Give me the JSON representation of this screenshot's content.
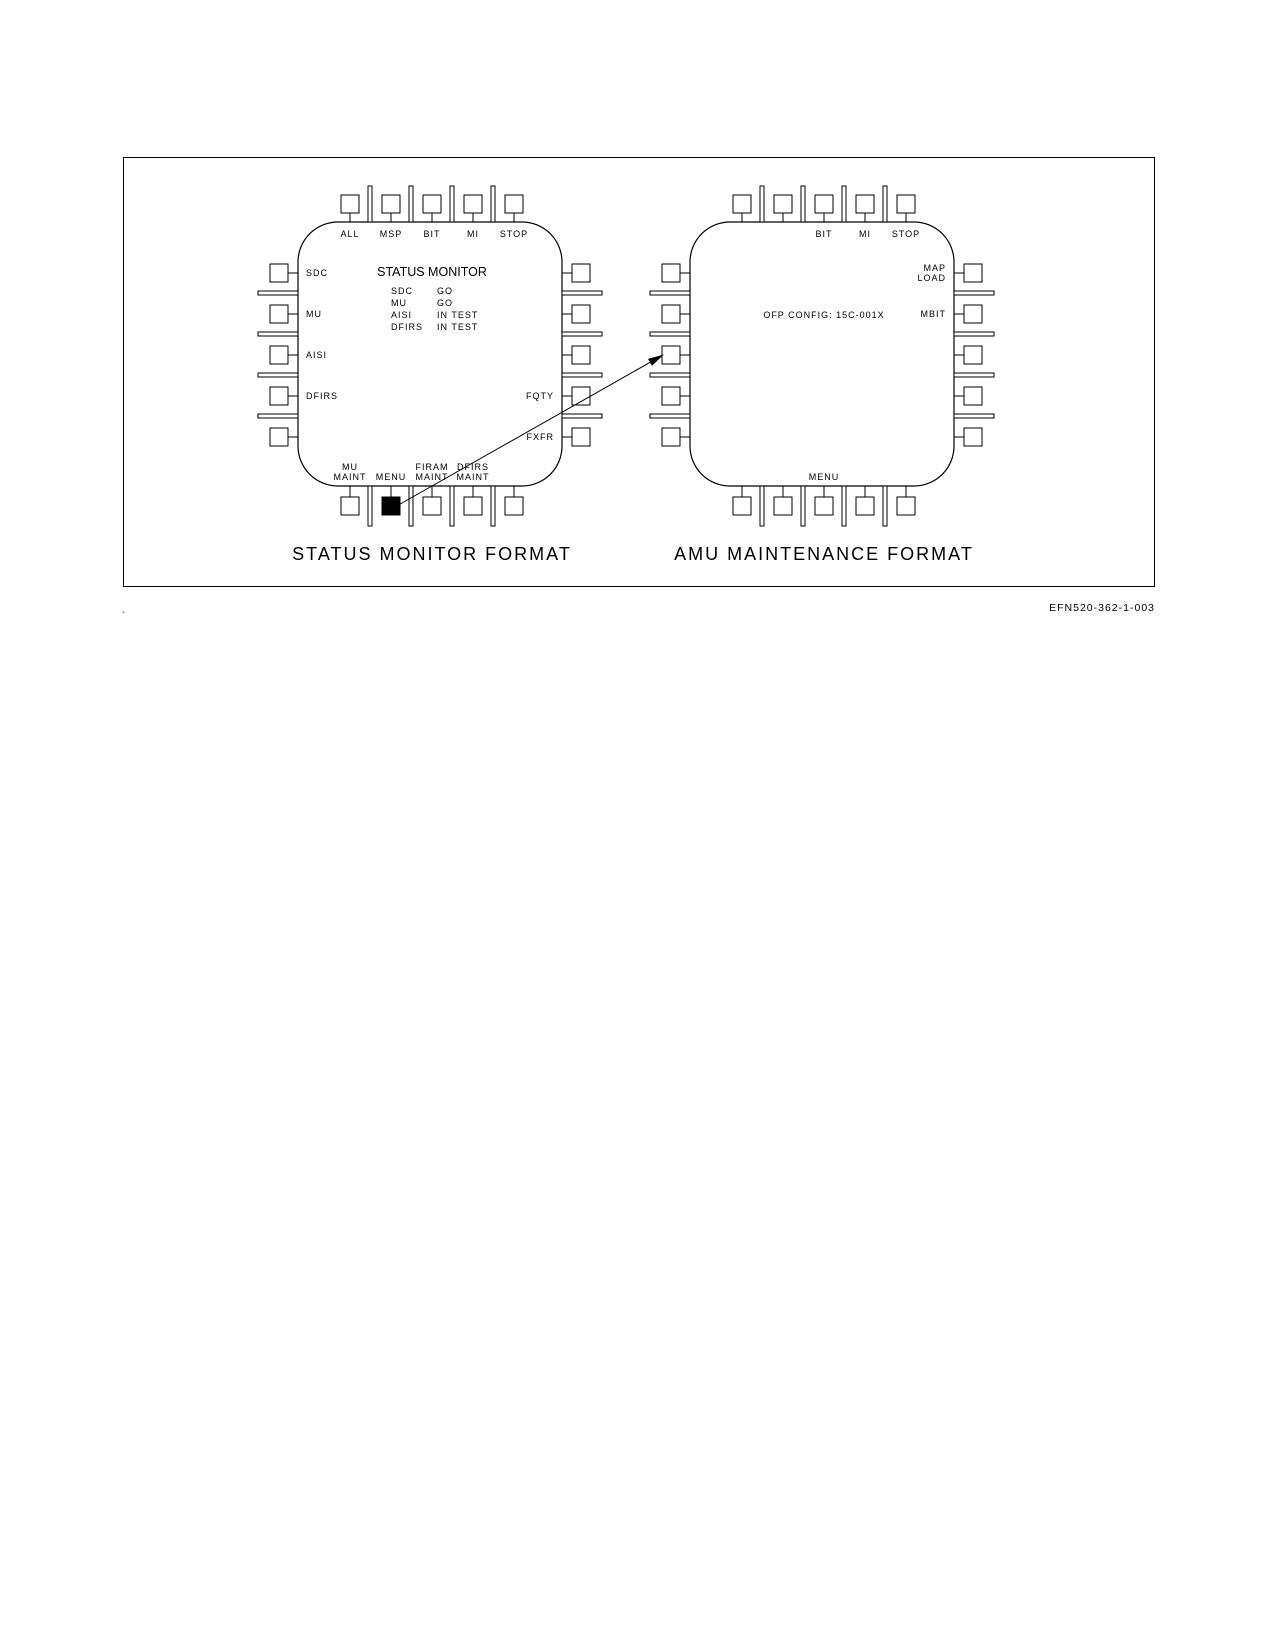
{
  "figure_id": "EFN520-362-1-003",
  "stray_mark": "`",
  "displays": [
    {
      "caption": "STATUS MONITOR FORMAT",
      "top_labels": [
        "ALL",
        "MSP",
        "BIT",
        "MI",
        "STOP"
      ],
      "left_labels": [
        "SDC",
        "MU",
        "AISI",
        "DFIRS",
        ""
      ],
      "right_labels": [
        "",
        "",
        "",
        "FQTY",
        "FXFR"
      ],
      "bottom_labels": [
        "MU\nMAINT",
        "MENU",
        "FIRAM\nMAINT",
        "DFIRS\nMAINT",
        ""
      ],
      "pressed_button": "bottom-2",
      "screen_title": "STATUS MONITOR",
      "status_rows": [
        {
          "system": "SDC",
          "status": "GO"
        },
        {
          "system": "MU",
          "status": "GO"
        },
        {
          "system": "AISI",
          "status": "IN TEST"
        },
        {
          "system": "DFIRS",
          "status": "IN TEST"
        }
      ]
    },
    {
      "caption": "AMU MAINTENANCE FORMAT",
      "top_labels": [
        "",
        "",
        "BIT",
        "MI",
        "STOP"
      ],
      "left_labels": [
        "",
        "",
        "",
        "",
        ""
      ],
      "right_labels": [
        "MAP\nLOAD",
        "MBIT",
        "",
        "",
        ""
      ],
      "bottom_labels": [
        "",
        "",
        "MENU",
        "",
        ""
      ],
      "screen_text": "OFP CONFIG: 15C-001X"
    }
  ]
}
